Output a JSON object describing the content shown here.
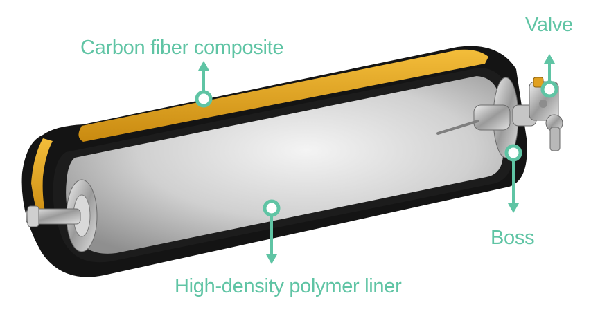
{
  "labels": {
    "carbon_fiber": "Carbon fiber composite",
    "valve": "Valve",
    "boss": "Boss",
    "liner": "High-density polymer liner"
  },
  "colors": {
    "accent": "#5fc4a4",
    "carbon_fiber_layer": "#e6a51d",
    "shell": "#141414",
    "liner_light": "#f1f1f1",
    "liner_dark": "#9c9c9c",
    "metal": "#bdbdbd"
  },
  "icons": [
    "callout-dot-icon",
    "arrow-up-icon",
    "arrow-down-icon"
  ]
}
